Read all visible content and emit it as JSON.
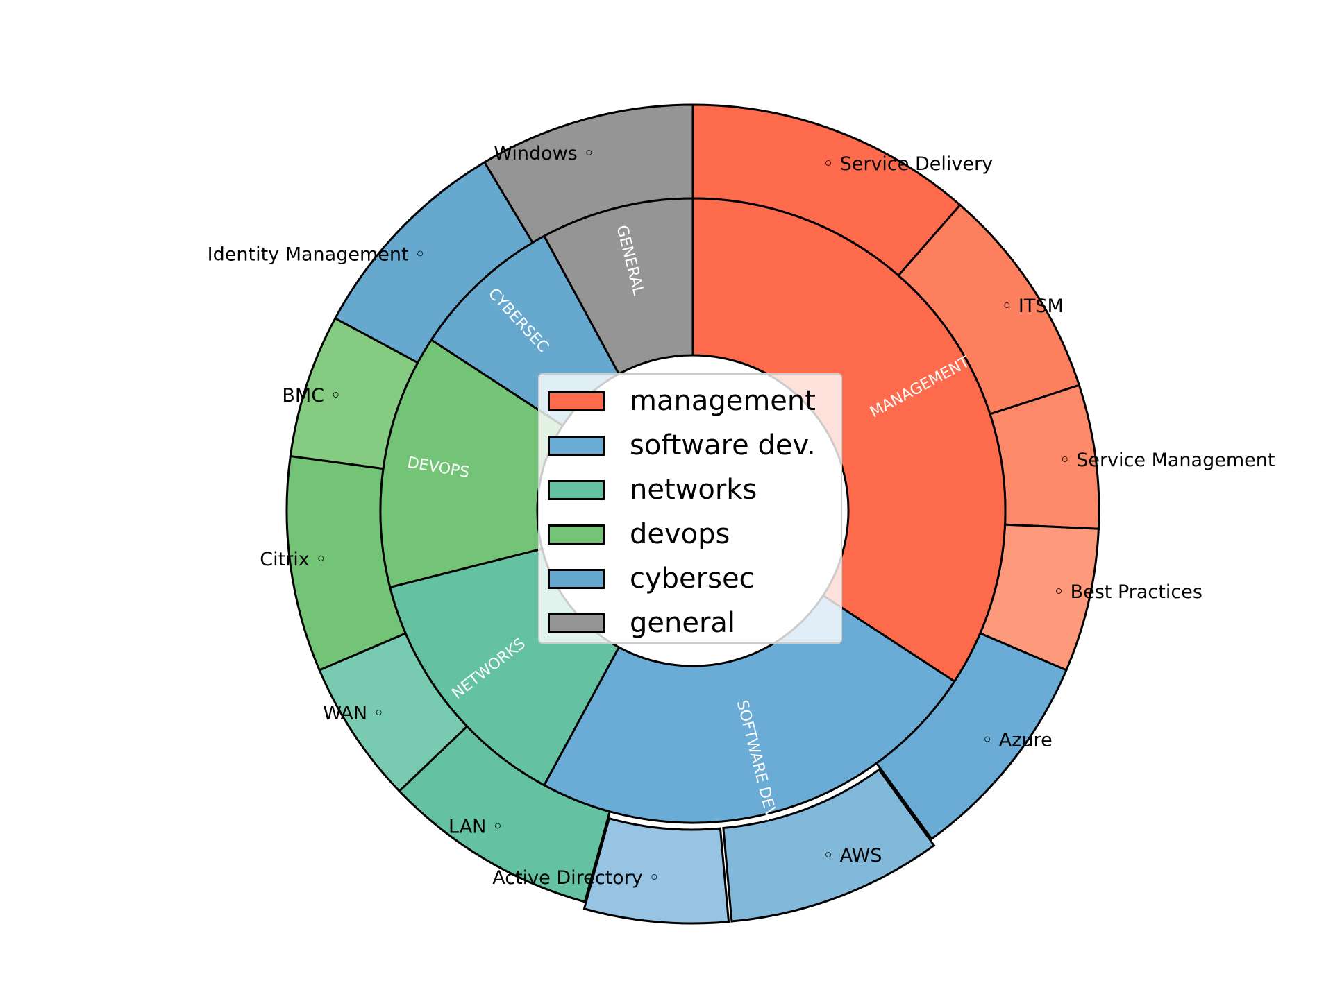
{
  "chart_data": {
    "type": "sunburst",
    "inner_ring": [
      {
        "label": "MANAGEMENT",
        "value": 13,
        "color": "#fe6a4c"
      },
      {
        "label": "SOFTWARE DEV.",
        "value": 9,
        "color": "#6aacd6"
      },
      {
        "label": "NETWORKS",
        "value": 5,
        "color": "#64c2a3"
      },
      {
        "label": "DEVOPS",
        "value": 5,
        "color": "#73c476"
      },
      {
        "label": "CYBERSEC",
        "value": 3,
        "color": "#66a8ce"
      },
      {
        "label": "GENERAL",
        "value": 3,
        "color": "#959595"
      }
    ],
    "outer_ring": [
      {
        "label": "Service Delivery",
        "value": 4,
        "color": "#fe6a4c",
        "explode": false
      },
      {
        "label": "ITSM",
        "value": 3,
        "color": "#fc7f5e",
        "explode": false
      },
      {
        "label": "Service Management",
        "value": 2,
        "color": "#fc8a6a",
        "explode": false
      },
      {
        "label": "Best Practices",
        "value": 2,
        "color": "#fc9a7b",
        "explode": false
      },
      {
        "label": "Azure",
        "value": 3,
        "color": "#6aacd6",
        "explode": false
      },
      {
        "label": "AWS",
        "value": 3,
        "color": "#82b8d9",
        "explode": true
      },
      {
        "label": "Active Directory",
        "value": 2,
        "color": "#96c4e2",
        "explode": true
      },
      {
        "label": "LAN",
        "value": 3,
        "color": "#64c2a3",
        "explode": false
      },
      {
        "label": "WAN",
        "value": 2,
        "color": "#78cbb0",
        "explode": false
      },
      {
        "label": "Citrix",
        "value": 3,
        "color": "#73c476",
        "explode": false
      },
      {
        "label": "BMC",
        "value": 2,
        "color": "#86cb82",
        "explode": false
      },
      {
        "label": "Identity Management",
        "value": 3,
        "color": "#66a8ce",
        "explode": false
      },
      {
        "label": "Windows",
        "value": 3,
        "color": "#959595",
        "explode": false
      }
    ],
    "legend": [
      {
        "label": "management",
        "color": "#fe6a4c"
      },
      {
        "label": "software dev.",
        "color": "#6aacd6"
      },
      {
        "label": "networks",
        "color": "#64c2a3"
      },
      {
        "label": "devops",
        "color": "#73c476"
      },
      {
        "label": "cybersec",
        "color": "#66a8ce"
      },
      {
        "label": "general",
        "color": "#959595"
      }
    ],
    "legend_position": "center",
    "title": ""
  }
}
